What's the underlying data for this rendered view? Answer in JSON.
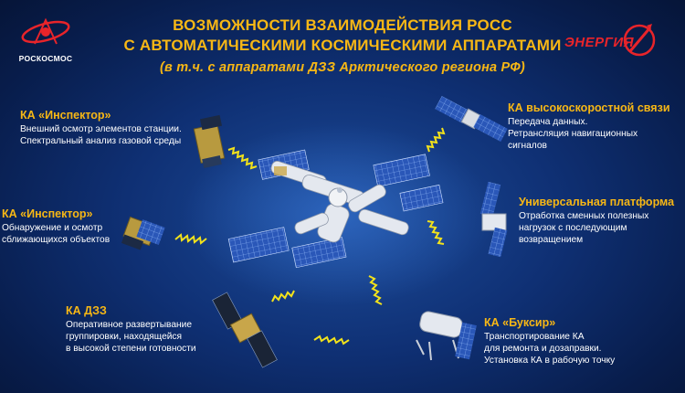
{
  "header": {
    "title_line1": "ВОЗМОЖНОСТИ ВЗАИМОДЕЙСТВИЯ РОСС",
    "title_line2": "С АВТОМАТИЧЕСКИМИ КОСМИЧЕСКИМИ АППАРАТАМИ",
    "subtitle": "(в т.ч. с аппаратами ДЗЗ Арктического региона РФ)"
  },
  "logos": {
    "left_label": "РОСКОСМОС",
    "right_label": "ЭНЕРГИЯ"
  },
  "colors": {
    "accent": "#f7b715",
    "background": "#0f3074",
    "energia_red": "#e8242a",
    "link": "#f2e21b"
  },
  "blocks": {
    "inspector1": {
      "heading": "КА «Инспектор»",
      "lines": [
        "Внешний осмотр элементов станции.",
        "Спектральный анализ газовой среды"
      ]
    },
    "inspector2": {
      "heading": "КА «Инспектор»",
      "lines": [
        "Обнаружение и осмотр",
        "сближающихся объектов"
      ]
    },
    "dzz": {
      "heading": "КА ДЗЗ",
      "lines": [
        "Оперативное развертывание",
        "группировки, находящейся",
        "в высокой степени готовности"
      ]
    },
    "highspeed": {
      "heading": "КА высокоскоростной связи",
      "lines": [
        "Передача данных.",
        "Ретрансляция навигационных",
        "сигналов"
      ]
    },
    "platform": {
      "heading": "Универсальная платформа",
      "lines": [
        "Отработка сменных полезных",
        "нагрузок с последующим",
        "возвращением"
      ]
    },
    "tug": {
      "heading": "КА «Буксир»",
      "lines": [
        "Транспортирование КА",
        "для ремонта и дозаправки.",
        "Установка КА в рабочую точку"
      ]
    }
  }
}
